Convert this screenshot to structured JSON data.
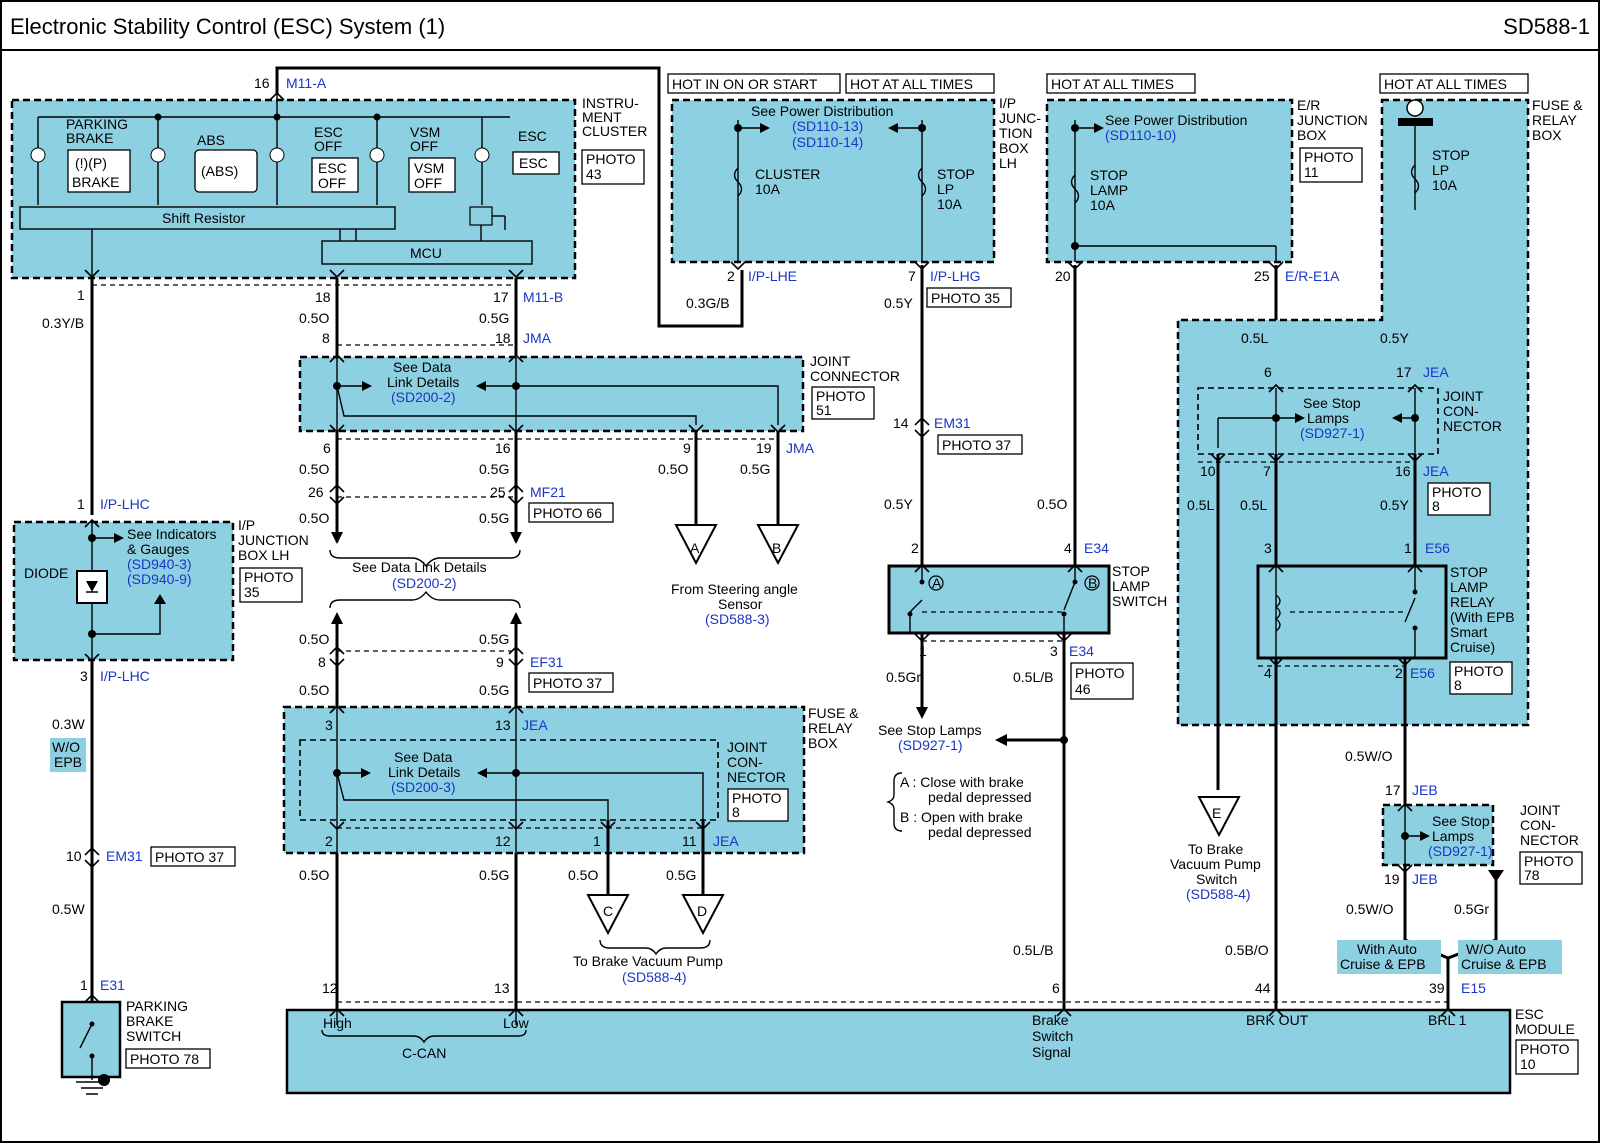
{
  "header": {
    "title": "Electronic Stability Control (ESC) System (1)",
    "code": "SD588-1"
  },
  "hot": {
    "on_or_start": "HOT IN ON OR START",
    "all_times_1": "HOT AT ALL TIMES",
    "all_times_2": "HOT AT ALL TIMES",
    "all_times_3": "HOT AT ALL TIMES"
  },
  "cluster": {
    "l1": "INSTRU-",
    "l2": "MENT",
    "l3": "CLUSTER",
    "photo1": "PHOTO",
    "photo2": "43",
    "pin_top": "16",
    "conn_top": "M11-A",
    "pb1": "PARKING",
    "pb2": "BRAKE",
    "pb3": "(!)(P)",
    "pb4": "BRAKE",
    "abs1": "ABS",
    "abs2": "(ABS)",
    "escoff1": "ESC",
    "escoff2": "OFF",
    "escoff3": "ESC",
    "escoff4": "OFF",
    "vsm1": "VSM",
    "vsm2": "OFF",
    "vsm3": "VSM",
    "vsm4": "OFF",
    "esc1": "ESC",
    "esc2": "ESC",
    "shift": "Shift Resistor",
    "mcu": "MCU"
  },
  "ipjb1": {
    "l1": "I/P",
    "l2": "JUNC-",
    "l3": "TION",
    "l4": "BOX",
    "l5": "LH",
    "see": "See Power Distribution",
    "ref1": "(SD110-13)",
    "ref2": "(SD110-14)",
    "fuse1a": "CLUSTER",
    "fuse1b": "10A",
    "fuse2a": "STOP",
    "fuse2b": "LP",
    "fuse2c": "10A"
  },
  "erjb": {
    "l1": "E/R",
    "l2": "JUNCTION",
    "l3": "BOX",
    "photo1": "PHOTO",
    "photo2": "11",
    "see": "See Power Distribution",
    "ref": "(SD110-10)",
    "f1": "STOP",
    "f2": "LAMP",
    "f3": "10A"
  },
  "frb_top": {
    "l1": "FUSE &",
    "l2": "RELAY",
    "l3": "BOX",
    "f1": "STOP",
    "f2": "LP",
    "f3": "10A"
  },
  "wires": {
    "w_1": "1",
    "w_03yb": "0.3Y/B",
    "w_18": "18",
    "w_17": "17",
    "m11b": "M11-B",
    "w05o_a": "0.5O",
    "w05g_a": "0.5G",
    "w_8": "8",
    "w_18b": "18",
    "jma1": "JMA",
    "w_2": "2",
    "iplhe": "I/P-LHE",
    "w03gb": "0.3G/B",
    "w_7": "7",
    "iplhg": "I/P-LHG",
    "photo35": "PHOTO 35",
    "w05y_a": "0.5Y",
    "w_20": "20",
    "w_25": "25",
    "ere1a": "E/R-E1A",
    "w05l_a": "0.5L",
    "w05y_b": "0.5Y",
    "w_6": "6",
    "w_17j": "17",
    "jea1": "JEA"
  },
  "jc1": {
    "l1": "JOINT",
    "l2": "CONNECTOR",
    "photo1": "PHOTO",
    "photo2": "51",
    "see1": "See Data",
    "see2": "Link Details",
    "ref": "(SD200-2)",
    "p6": "6",
    "p16": "16",
    "p9": "9",
    "p19": "19",
    "jma": "JMA",
    "w1": "0.5O",
    "w2": "0.5G",
    "w3": "0.5O",
    "w4": "0.5G",
    "p26": "26",
    "p25": "25",
    "mf21": "MF21",
    "photo66": "PHOTO 66",
    "w5": "0.5O",
    "w6": "0.5G",
    "dl1": "See Data Link Details",
    "dl2": "(SD200-2)"
  },
  "sas": {
    "a": "A",
    "b": "B",
    "l1": "From Steering angle",
    "l2": "Sensor",
    "ref": "(SD588-3)"
  },
  "em31a": {
    "p": "14",
    "c": "EM31",
    "photo": "PHOTO 37",
    "w1": "0.5Y",
    "w2": "0.5O"
  },
  "jc2": {
    "l1": "JOINT",
    "l2": "CON-",
    "l3": "NECTOR",
    "see1": "See Stop",
    "see2": "Lamps",
    "ref": "(SD927-1)",
    "p10": "10",
    "p7": "7",
    "p16": "16",
    "jea": "JEA",
    "photo1": "PHOTO",
    "photo2": "8",
    "w1": "0.5L",
    "w2": "0.5L",
    "w3": "0.5Y"
  },
  "ipjb2": {
    "p1": "1",
    "c1": "I/P-LHC",
    "see1": "See Indicators",
    "see2": "& Gauges",
    "ref1": "(SD940-3)",
    "ref2": "(SD940-9)",
    "diode": "DIODE",
    "l1": "I/P",
    "l2": "JUNCTION",
    "l3": "BOX LH",
    "photo1": "PHOTO",
    "photo2": "35",
    "p3": "3",
    "c3": "I/P-LHC",
    "w1": "0.3W",
    "wo1": "W/O",
    "wo2": "EPB",
    "p10": "10",
    "c10": "EM31",
    "photo37": "PHOTO 37",
    "w2": "0.5W"
  },
  "pbs": {
    "p": "1",
    "c": "E31",
    "l1": "PARKING",
    "l2": "BRAKE",
    "l3": "SWITCH",
    "photo": "PHOTO 78"
  },
  "ef31": {
    "w1": "0.5O",
    "w2": "0.5G",
    "p8": "8",
    "p9": "9",
    "c": "EF31",
    "photo": "PHOTO 37",
    "w3": "0.5O",
    "w4": "0.5G"
  },
  "frb2": {
    "l1": "FUSE &",
    "l2": "RELAY",
    "l3": "BOX",
    "p3": "3",
    "p13": "13",
    "jea": "JEA",
    "jc1": "JOINT",
    "jc2": "CON-",
    "jc3": "NECTOR",
    "photo1": "PHOTO",
    "photo2": "8",
    "see1": "See Data",
    "see2": "Link Details",
    "ref": "(SD200-3)",
    "p2": "2",
    "p12": "12",
    "p1": "1",
    "p11": "11",
    "jea2": "JEA",
    "w1": "0.5O",
    "w2": "0.5G",
    "w3": "0.5O",
    "w4": "0.5G",
    "c": "C",
    "d": "D",
    "bvp": "To Brake Vacuum Pump",
    "bvpref": "(SD588-4)"
  },
  "sls": {
    "p2": "2",
    "p4": "4",
    "c1": "E34",
    "l1": "STOP",
    "l2": "LAMP",
    "l3": "SWITCH",
    "a": "A",
    "b": "B",
    "p1": "1",
    "p3": "3",
    "c2": "E34",
    "photo1": "PHOTO",
    "photo2": "46",
    "w1": "0.5Gr",
    "w2": "0.5L/B",
    "see": "See Stop Lamps",
    "ref": "(SD927-1)",
    "note_a1": "A : Close with brake",
    "note_a2": "pedal depressed",
    "note_b1": "B : Open with brake",
    "note_b2": "pedal depressed"
  },
  "relay": {
    "p3": "3",
    "p1": "1",
    "c1": "E56",
    "l1": "STOP",
    "l2": "LAMP",
    "l3": "RELAY",
    "l4": "(With EPB",
    "l5": "Smart",
    "l6": "Cruise)",
    "p4": "4",
    "p2": "2",
    "c2": "E56",
    "photo1": "PHOTO",
    "photo2": "8"
  },
  "evp": {
    "e": "E",
    "l1": "To Brake",
    "l2": "Vacuum Pump",
    "l3": "Switch",
    "ref": "(SD588-4)"
  },
  "jc3": {
    "w": "0.5W/O",
    "p17": "17",
    "c": "JEB",
    "see1": "See Stop",
    "see2": "Lamps",
    "ref": "(SD927-1)",
    "l1": "JOINT",
    "l2": "CON-",
    "l3": "NECTOR",
    "photo1": "PHOTO",
    "photo2": "78",
    "p19": "19",
    "c2": "JEB",
    "w1": "0.5W/O",
    "w2": "0.5Gr",
    "wa1": "With Auto",
    "wa2": "Cruise & EPB",
    "woa1": "W/O Auto",
    "woa2": "Cruise & EPB"
  },
  "esc": {
    "p12": "12",
    "p13": "13",
    "p6": "6",
    "p44": "44",
    "p39": "39",
    "c": "E15",
    "w_lb": "0.5L/B",
    "w_bo": "0.5B/O",
    "high": "High",
    "low": "Low",
    "ccan": "C-CAN",
    "brake1": "Brake",
    "brake2": "Switch",
    "brake3": "Signal",
    "brkout": "BRK OUT",
    "brl": "BRL 1",
    "l1": "ESC",
    "l2": "MODULE",
    "photo1": "PHOTO",
    "photo2": "10",
    "w12": "0.5O",
    "w13": "0.5G"
  }
}
